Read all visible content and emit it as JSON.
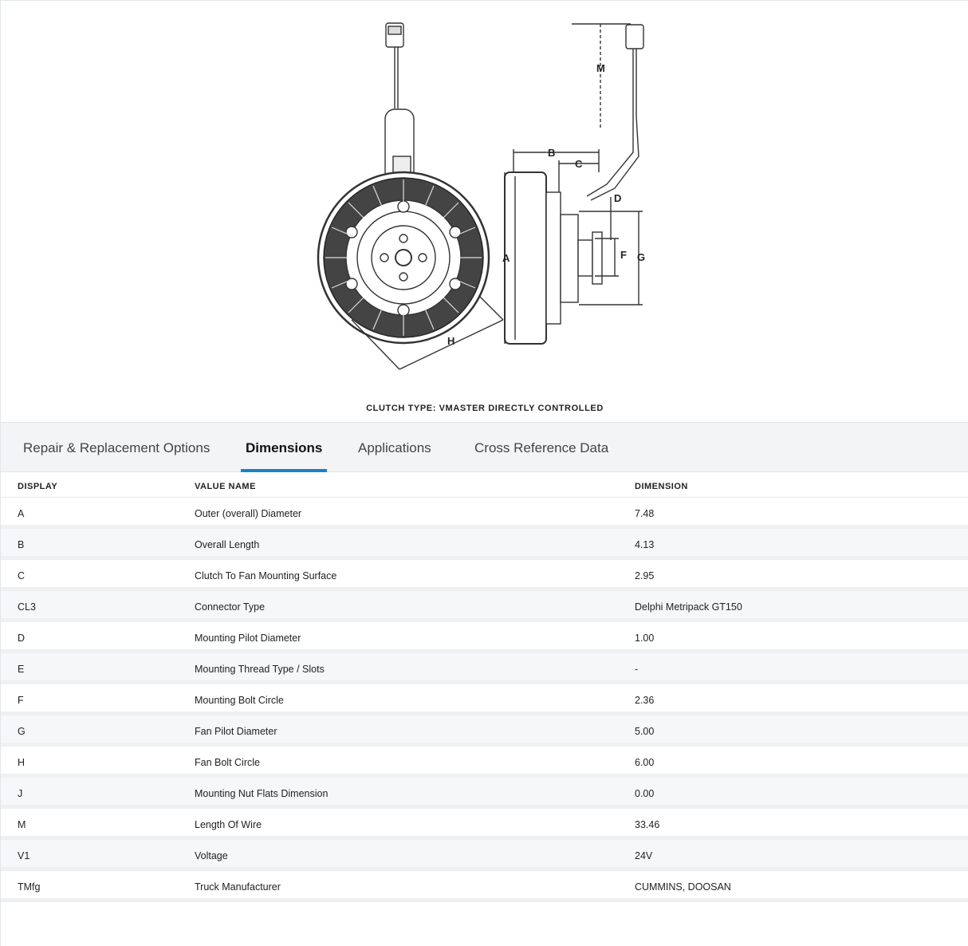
{
  "figure": {
    "caption": "CLUTCH TYPE: VMASTER DIRECTLY CONTROLLED",
    "labels": {
      "a": "A",
      "b": "B",
      "c": "C",
      "d": "D",
      "f": "F",
      "g": "G",
      "h": "H",
      "m": "M"
    }
  },
  "tabs": [
    {
      "label": "Repair & Replacement Options",
      "active": false
    },
    {
      "label": "Dimensions",
      "active": true
    },
    {
      "label": "Applications",
      "active": false
    },
    {
      "label": "Cross Reference Data",
      "active": false
    }
  ],
  "colors": {
    "accent": "#1a82c7",
    "tab_bar": "#f2f4f6"
  },
  "table": {
    "headers": {
      "display": "DISPLAY",
      "value_name": "VALUE NAME",
      "dimension": "DIMENSION"
    },
    "rows": [
      {
        "display": "A",
        "value_name": "Outer (overall) Diameter",
        "dimension": "7.48"
      },
      {
        "display": "B",
        "value_name": "Overall Length",
        "dimension": "4.13"
      },
      {
        "display": "C",
        "value_name": "Clutch To Fan Mounting Surface",
        "dimension": "2.95"
      },
      {
        "display": "CL3",
        "value_name": "Connector Type",
        "dimension": "Delphi Metripack GT150"
      },
      {
        "display": "D",
        "value_name": "Mounting Pilot Diameter",
        "dimension": "1.00"
      },
      {
        "display": "E",
        "value_name": "Mounting Thread Type / Slots",
        "dimension": "-"
      },
      {
        "display": "F",
        "value_name": "Mounting Bolt Circle",
        "dimension": "2.36"
      },
      {
        "display": "G",
        "value_name": "Fan Pilot Diameter",
        "dimension": "5.00"
      },
      {
        "display": "H",
        "value_name": "Fan Bolt Circle",
        "dimension": "6.00"
      },
      {
        "display": "J",
        "value_name": "Mounting Nut Flats Dimension",
        "dimension": "0.00"
      },
      {
        "display": "M",
        "value_name": "Length Of Wire",
        "dimension": "33.46"
      },
      {
        "display": "V1",
        "value_name": "Voltage",
        "dimension": "24V"
      },
      {
        "display": "TMfg",
        "value_name": "Truck Manufacturer",
        "dimension": "CUMMINS, DOOSAN"
      }
    ]
  }
}
